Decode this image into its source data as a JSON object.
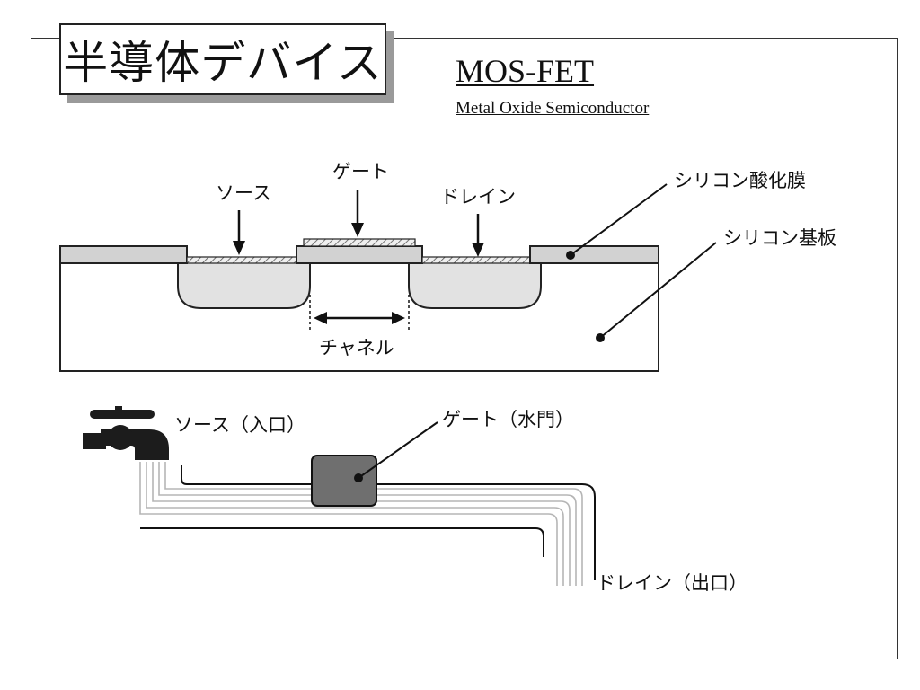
{
  "slide": {
    "title": "半導体デバイス",
    "subtitle": "MOS-FET",
    "subtitle_detail": "Metal Oxide Semiconductor"
  },
  "mosfet_diagram": {
    "source": "ソース",
    "gate": "ゲート",
    "drain": "ドレイン",
    "oxide": "シリコン酸化膜",
    "substrate": "シリコン基板",
    "channel": "チャネル"
  },
  "water_analogy": {
    "source": "ソース（入口）",
    "gate": "ゲート（水門）",
    "drain": "ドレイン（出口）"
  },
  "colors": {
    "oxide_fill": "#d2d2d2",
    "diffusion_fill": "#e2e2e2",
    "gate_valve": "#6f6f6f",
    "faucet": "#1c1c1c"
  }
}
